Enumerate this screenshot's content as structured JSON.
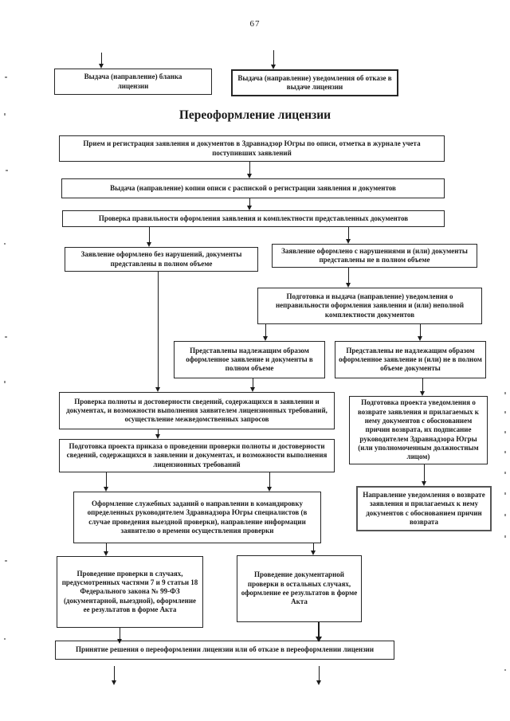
{
  "page": {
    "number": "67",
    "section_title": "Переоформление лицензии"
  },
  "nodes": {
    "issue_blank": "Выдача (направление) бланка лицензии",
    "issue_refusal": "Выдача (направление) уведомления об отказе в выдаче лицензии",
    "reception": "Прием и регистрация заявления и документов в Здравнадзор Югры по описи, отметка в журнале учета поступивших заявлений",
    "copy_issue": "Выдача (направление) копии описи с распиской о регистрации заявления и документов",
    "check_correctness": "Проверка правильности оформления заявления и комплектности представленных документов",
    "no_violations": "Заявление оформлено без нарушений, документы представлены в полном объеме",
    "with_violations": "Заявление оформлено с нарушениями и (или) документы представлены не в полном объеме",
    "notice_incorrect": "Подготовка и выдача (направление) уведомления о неправильности оформления заявления и (или) неполной комплектности документов",
    "proper_submitted": "Представлены надлежащим образом оформленное заявление и документы в полном объеме",
    "improper_submitted": "Представлены не надлежащим образом оформленное заявление и (или) не в полном объеме документы",
    "completeness_check": "Проверка полноты и достоверности сведений, содержащихся в заявлении и документах, и возможности выполнения заявителем лицензионных требований, осуществление межведомственных запросов",
    "return_draft": "Подготовка проекта уведомления о возврате заявления и прилагаемых к нему документов с обоснованием причин возврата, их подписание руководителем Здравнадзора Югры (или уполномоченным должностным лицом)",
    "order_draft": "Подготовка проекта приказа о проведении проверки полноты и достоверности сведений, содержащихся в заявлении и документах, и возможности выполнения лицензионных требований",
    "travel_orders": "Оформление служебных заданий о направлении в командировку определенных руководителем Здравнадзора Югры специалистов (в случае проведения выездной проверки), направление информации заявителю о времени осуществления проверки",
    "return_notice": "Направление уведомления о возврате заявления и прилагаемых к нему документов с обоснованием причин возврата",
    "inspection_cases": "Проведение проверки в случаях, предусмотренных частями 7 и 9 статьи 18 Федерального закона № 99-ФЗ (документарной, выездной), оформление ее результатов в форме Акта",
    "documentary_inspection": "Проведение документарной проверки в остальных случаях, оформление ее результатов в форме Акта",
    "decision": "Принятие решения о переоформлении лицензии или об отказе в переоформлении лицензии"
  },
  "colors": {
    "ink": "#1c1c1c",
    "paper": "#ffffff",
    "box_border": "#262626"
  }
}
